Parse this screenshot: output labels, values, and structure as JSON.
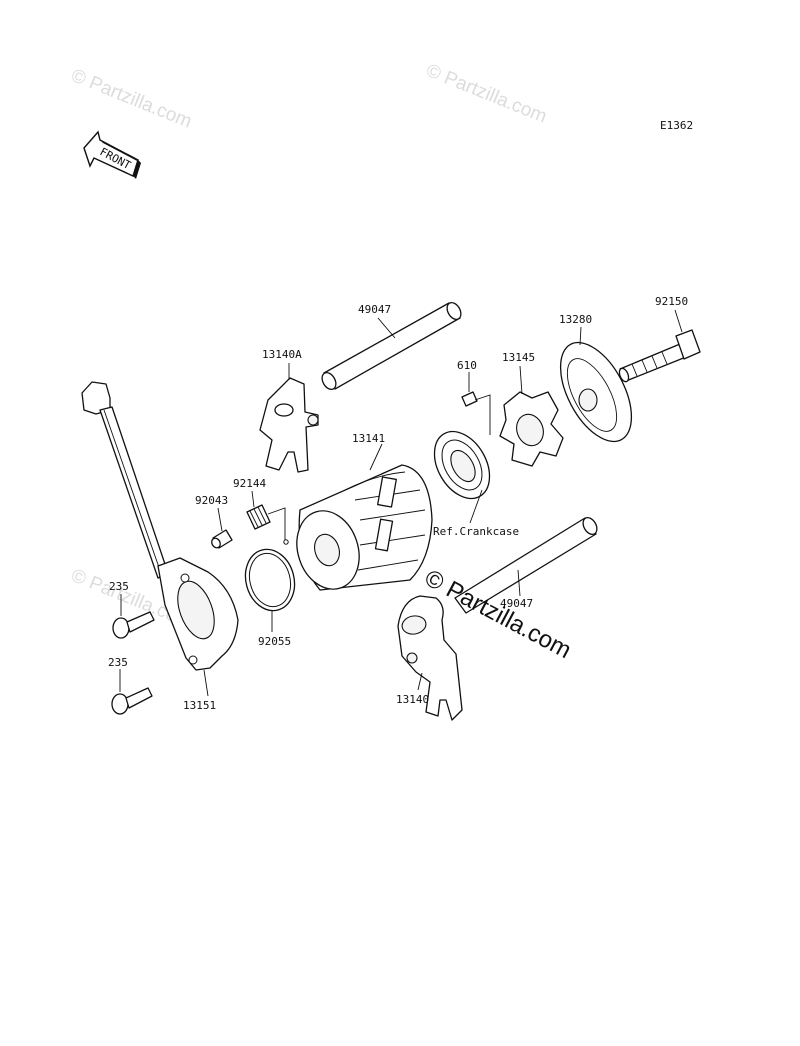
{
  "diagram_code": "E1362",
  "front_label": "FRONT",
  "watermark_text": "© Partzilla.com",
  "callouts": {
    "p49047_top": "49047",
    "p49047_bottom": "49047",
    "p13140A": "13140A",
    "p13140": "13140",
    "p13141": "13141",
    "p92144": "92144",
    "p92043": "92043",
    "p92055": "92055",
    "p235_top": "235",
    "p235_bottom": "235",
    "p13151": "13151",
    "p610": "610",
    "p13145": "13145",
    "p13280": "13280",
    "p92150": "92150",
    "ref_crankcase": "Ref.Crankcase"
  },
  "colors": {
    "line": "#111111",
    "watermark": "#dcdcdc",
    "background": "#ffffff"
  }
}
